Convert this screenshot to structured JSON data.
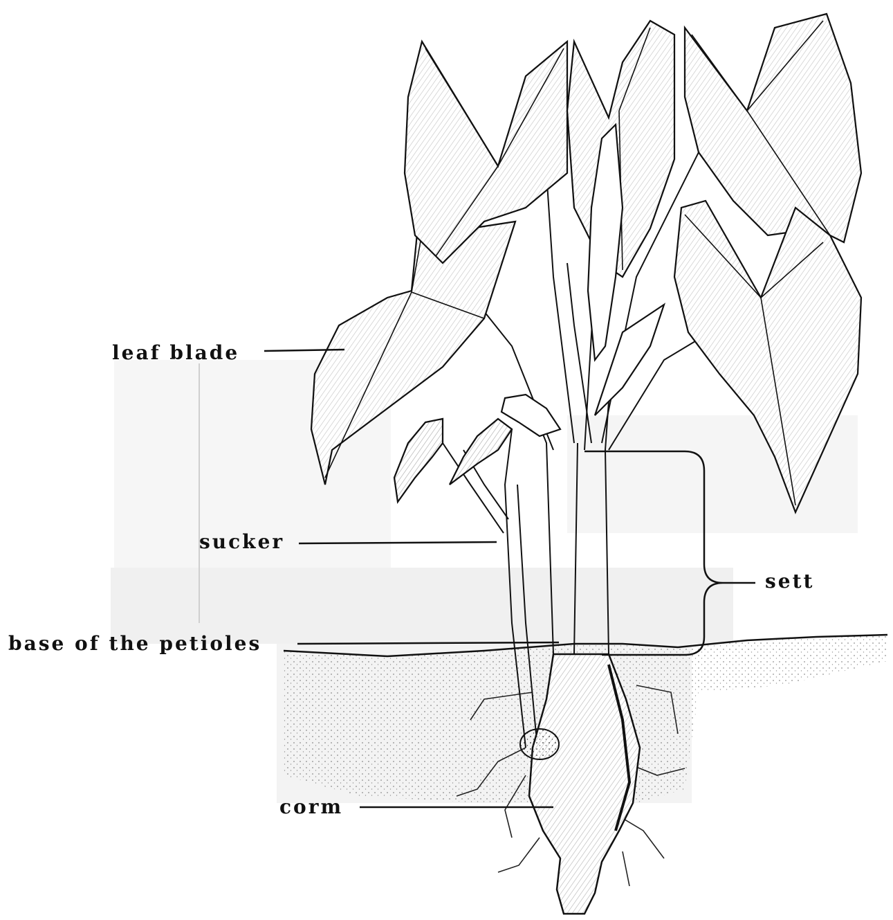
{
  "figure": {
    "subject": "taro plant illustration",
    "labels": {
      "leaf_blade": "leaf blade",
      "sucker": "sucker",
      "base_of_petioles": "base of the petioles",
      "corm": "corm",
      "sett": "sett"
    }
  },
  "colors": {
    "ink": "#111111",
    "paper": "#ffffff",
    "soil_shade": "#f2f2f2",
    "ghost_panel": "#f4f4f4"
  }
}
